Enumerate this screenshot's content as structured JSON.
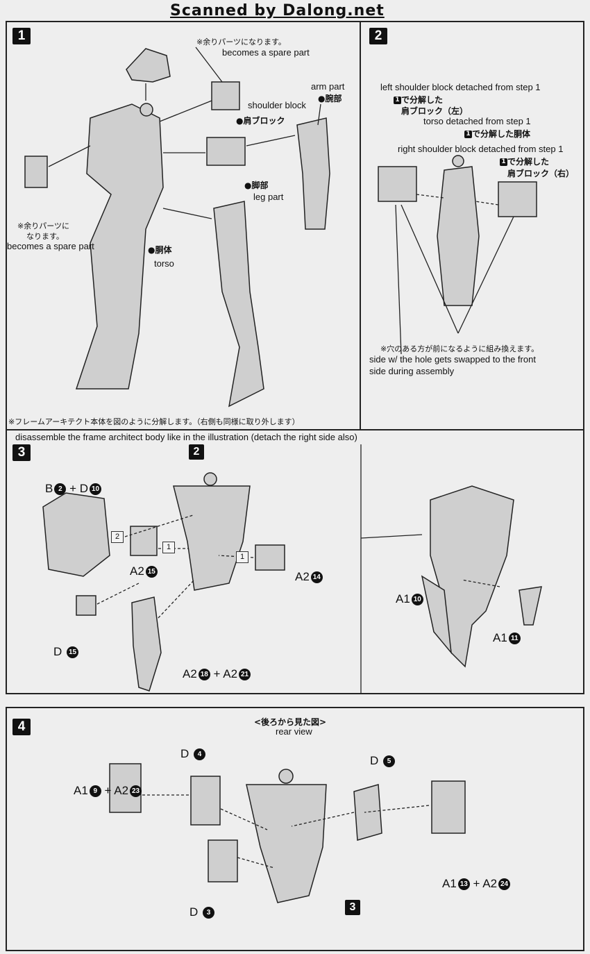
{
  "header": {
    "watermark": "Scanned by Dalong.net"
  },
  "step1": {
    "number": "1",
    "spare_top_jp": "※余りパーツになります。",
    "spare_top_en": "becomes a spare part",
    "arm_en": "arm part",
    "arm_jp": "●腕部",
    "shoulder_en": "shoulder block",
    "shoulder_jp": "●肩ブロック",
    "leg_jp": "●脚部",
    "leg_en": "leg part",
    "spare_left_jp1": "※余りパーツに",
    "spare_left_jp2": "なります。",
    "spare_left_en": "becomes a spare part",
    "torso_jp": "●胴体",
    "torso_en": "torso",
    "note_jp": "※フレームアーキテクト本体を図のように分解します。（右側も同様に取り外します）",
    "note_en": "disassemble the frame architect body like in the illustration (detach the right side also)"
  },
  "step2": {
    "number": "2",
    "left_en": "left shoulder block detached from step 1",
    "left_jp1": "で分解した",
    "left_jp2": "肩ブロック（左）",
    "torso_en": "torso detached from step 1",
    "torso_jp": "で分解した胴体",
    "right_en": "right shoulder block detached from step 1",
    "right_jp1": "で分解した",
    "right_jp2": "肩ブロック（右）",
    "ref": "1",
    "note_jp": "※穴のある方が前になるように組み換えます。",
    "note_en1": "side w/ the hole gets swapped to the front",
    "note_en2": "side during assembly"
  },
  "step3": {
    "number": "3",
    "ref_step": "2",
    "labels": {
      "b": "B",
      "b_num": "2",
      "plus": "+",
      "d": "D",
      "d_num": "10",
      "a2_15": "A2",
      "a2_15n": "15",
      "a2_14": "A2",
      "a2_14n": "14",
      "d15": "D",
      "d15n": "15",
      "a2_18": "A2",
      "a2_18n": "18",
      "a2_21": "A2",
      "a2_21n": "21",
      "a1_10": "A1",
      "a1_10n": "10",
      "a1_11": "A1",
      "a1_11n": "11"
    },
    "order": [
      "2",
      "1",
      "1"
    ]
  },
  "step4": {
    "number": "4",
    "view_jp": "<後ろから見た図>",
    "view_en": "rear view",
    "labels": {
      "d4": "D",
      "d4n": "4",
      "d5": "D",
      "d5n": "5",
      "d3": "D",
      "d3n": "3",
      "a1_9": "A1",
      "a1_9n": "9",
      "a2_23": "A2",
      "a2_23n": "23",
      "a1_13": "A1",
      "a1_13n": "13",
      "a2_24": "A2",
      "a2_24n": "24",
      "plus": "+"
    },
    "ref_step": "3"
  }
}
